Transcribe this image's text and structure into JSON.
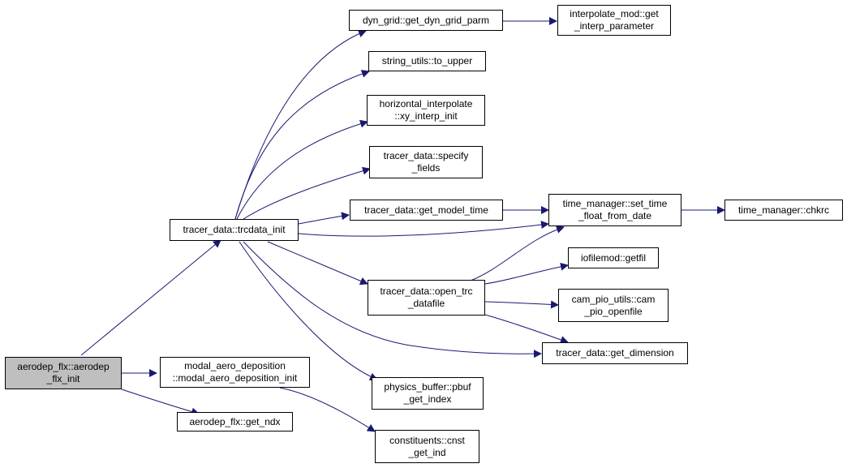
{
  "colors": {
    "edge": "#191970",
    "border": "#000000",
    "node_fill": "#ffffff",
    "root_fill": "#bfbfbf"
  },
  "nodes": {
    "aerodep_init": {
      "lines": [
        "aerodep_flx::aerodep",
        "_flx_init"
      ]
    },
    "trcdata_init": {
      "lines": [
        "tracer_data::trcdata_init"
      ]
    },
    "modal_aero": {
      "lines": [
        "modal_aero_deposition",
        "::modal_aero_deposition_init"
      ]
    },
    "get_ndx": {
      "lines": [
        "aerodep_flx::get_ndx"
      ]
    },
    "dyn_grid": {
      "lines": [
        "dyn_grid::get_dyn_grid_parm"
      ]
    },
    "interp_param": {
      "lines": [
        "interpolate_mod::get",
        "_interp_parameter"
      ]
    },
    "to_upper": {
      "lines": [
        "string_utils::to_upper"
      ]
    },
    "xy_interp": {
      "lines": [
        "horizontal_interpolate",
        "::xy_interp_init"
      ]
    },
    "specify_fields": {
      "lines": [
        "tracer_data::specify",
        "_fields"
      ]
    },
    "get_model_time": {
      "lines": [
        "tracer_data::get_model_time"
      ]
    },
    "set_time": {
      "lines": [
        "time_manager::set_time",
        "_float_from_date"
      ]
    },
    "chkrc": {
      "lines": [
        "time_manager::chkrc"
      ]
    },
    "open_trc": {
      "lines": [
        "tracer_data::open_trc",
        "_datafile"
      ]
    },
    "getfil": {
      "lines": [
        "iofilemod::getfil"
      ]
    },
    "cam_pio": {
      "lines": [
        "cam_pio_utils::cam",
        "_pio_openfile"
      ]
    },
    "get_dimension": {
      "lines": [
        "tracer_data::get_dimension"
      ]
    },
    "pbuf_index": {
      "lines": [
        "physics_buffer::pbuf",
        "_get_index"
      ]
    },
    "cnst_ind": {
      "lines": [
        "constituents::cnst",
        "_get_ind"
      ]
    }
  }
}
